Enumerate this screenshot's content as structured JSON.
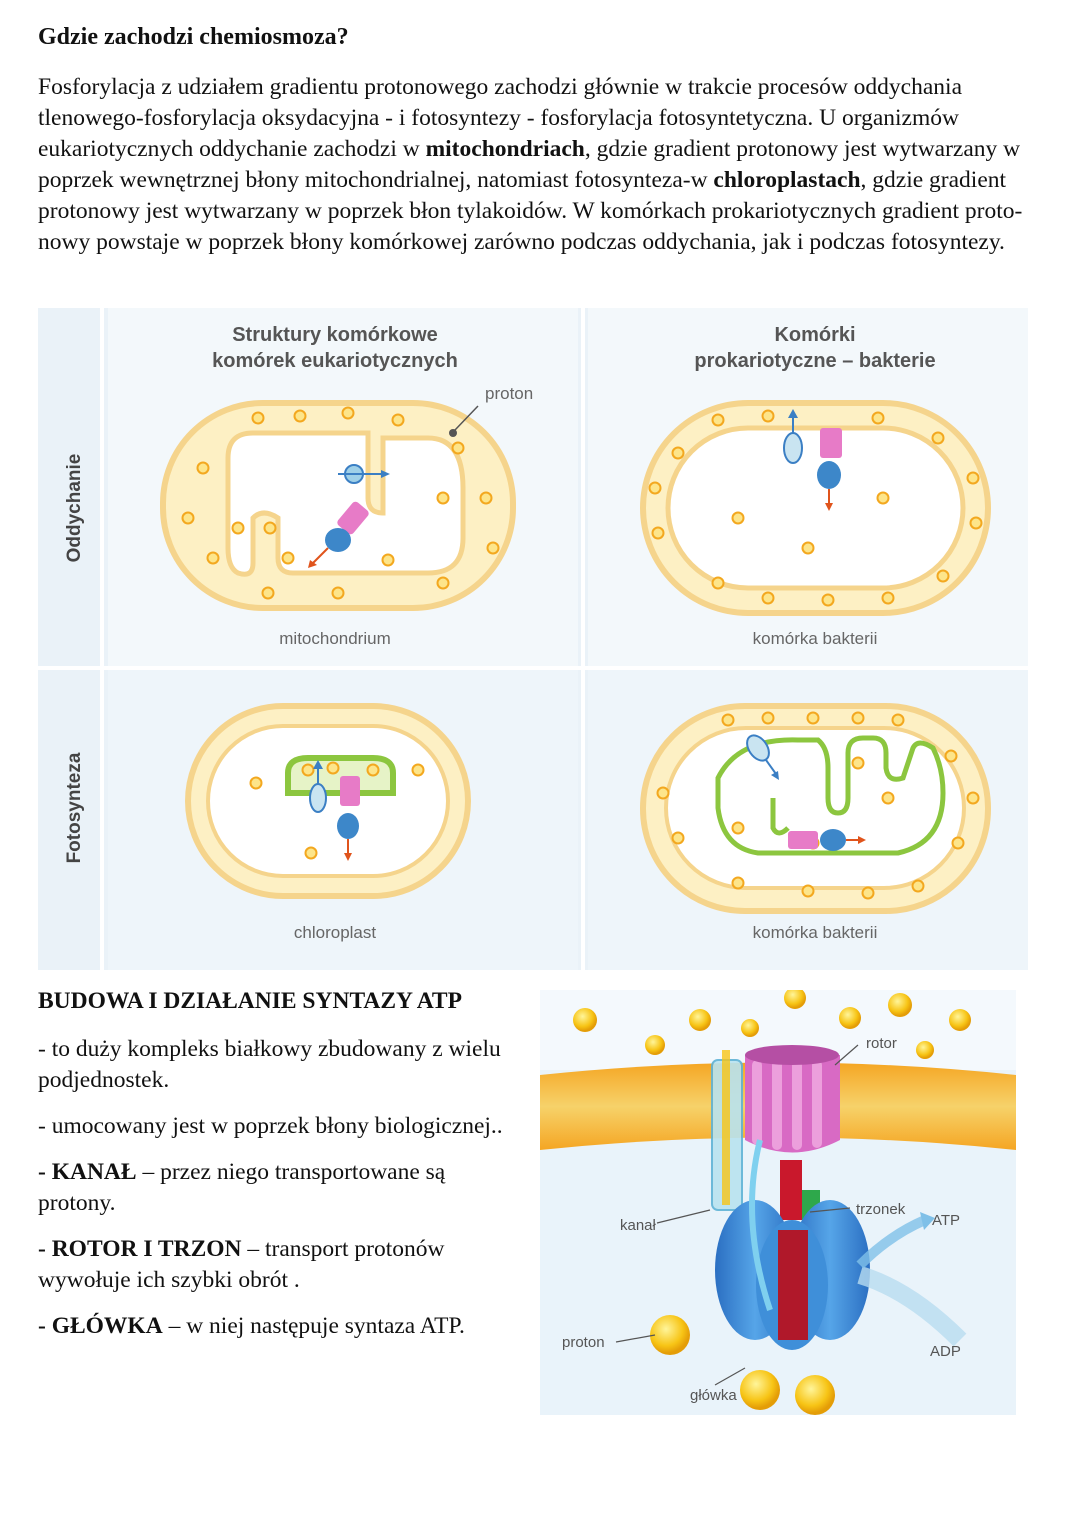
{
  "title": "Gdzie zachodzi chemiosmoza?",
  "intro": {
    "p1": "Fosforylacja z udziałem gradientu protonowego zachodzi głównie w trakcie procesów oddychania tlenowego-fosforylacja oksydacyjna - i fotosyntezy - fosforylacja fotosyntetyczna. U organizmów eukariotycznych oddychanie zachodzi w ",
    "b1": "mitochondriach",
    "p2": ", gdzie gradient protonowy jest wytwarzany w poprzek wewnętrznej błony mitochondrialnej, natomiast fotosynteza-w ",
    "b2": "chloroplastach",
    "p3": ", gdzie gradient protonowy jest wytwarzany w poprzek błon tylakoidów. W komórkach prokariotycznych gradient proto- nowy powstaje w poprzek błony komórkowej zarówno podczas oddychania, jak i podczas fotosyntezy."
  },
  "figure": {
    "col1_line1": "Struktury komórkowe",
    "col1_line2": "komórek eukariotycznych",
    "col2_line1": "Komórki",
    "col2_line2": "prokariotyczne – bakterie",
    "row1": "Oddychanie",
    "row2": "Fotosynteza",
    "proton_label": "proton",
    "mito_label": "mitochondrium",
    "bact1_label": "komórka bakterii",
    "chloro_label": "chloroplast",
    "bact2_label": "komórka bakterii"
  },
  "section": {
    "title": "BUDOWA I DZIAŁANIE SYNTAZY ATP",
    "b1": "- to duży kompleks białkowy zbudowany z wielu podjednostek.",
    "b2": "- umocowany jest w poprzek błony biologicznej..",
    "b3_bold": "- KANAŁ",
    "b3_rest": " – przez niego transportowane są protony.",
    "b4_bold": "- ROTOR I TRZON",
    "b4_rest": " – transport protonów wywołuje ich szybki obrót .",
    "b5_bold": "- GŁÓWKA",
    "b5_rest": " – w niej następuje syntaza ATP."
  },
  "atp_figure": {
    "rotor": "rotor",
    "trzonek": "trzonek",
    "kanal": "kanał",
    "atp": "ATP",
    "adp": "ADP",
    "proton": "proton",
    "glowka": "główka"
  }
}
